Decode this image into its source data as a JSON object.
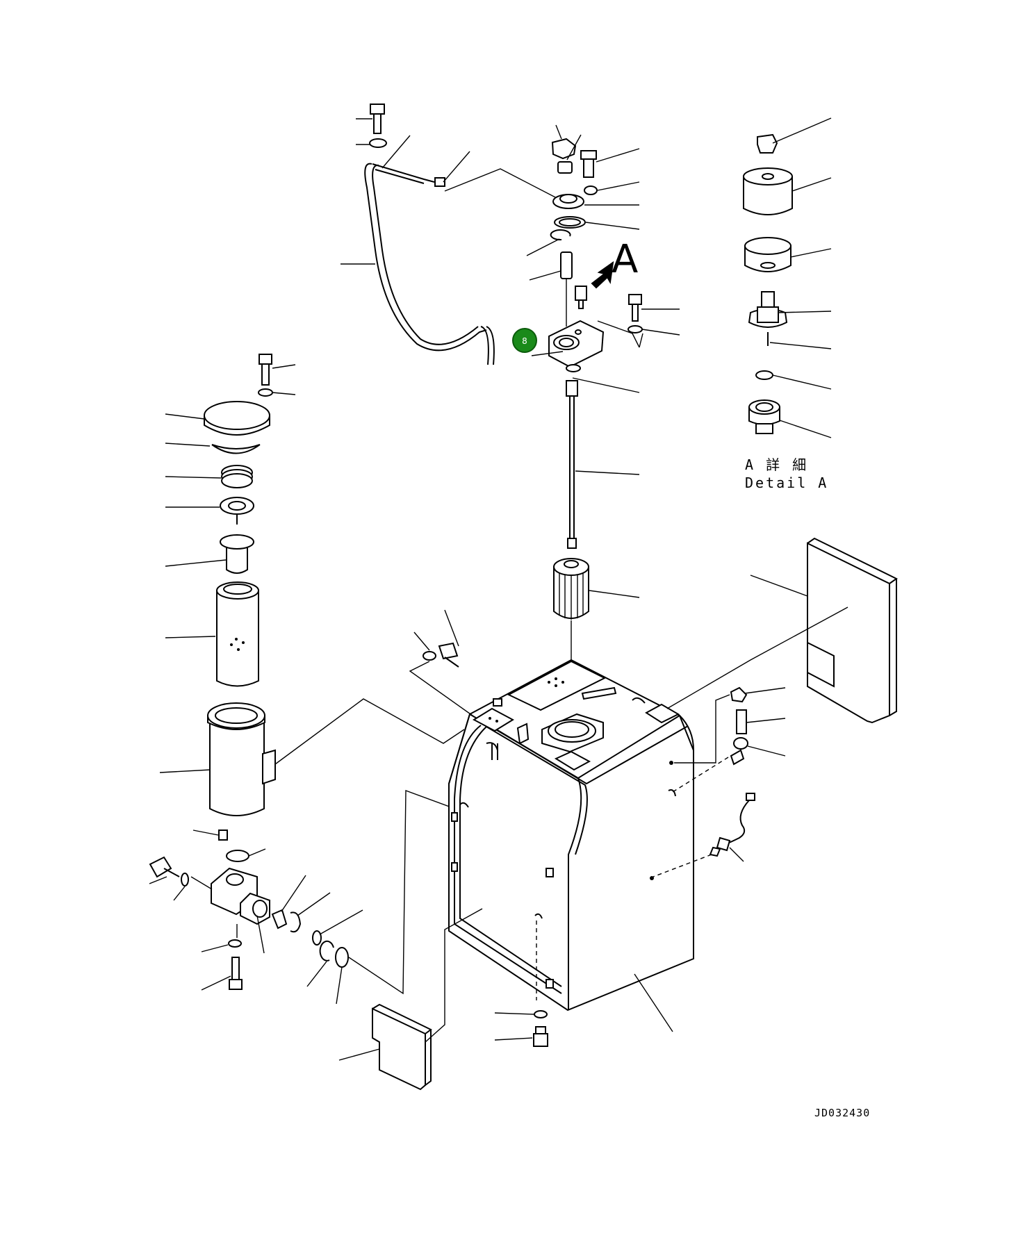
{
  "diagram": {
    "view_label": "A",
    "detail_label_jp": "A 詳 細",
    "detail_label_en": "Detail A",
    "drawing_code": "JD032430",
    "callout": {
      "number": "8",
      "color": "#1a8a1a"
    }
  }
}
